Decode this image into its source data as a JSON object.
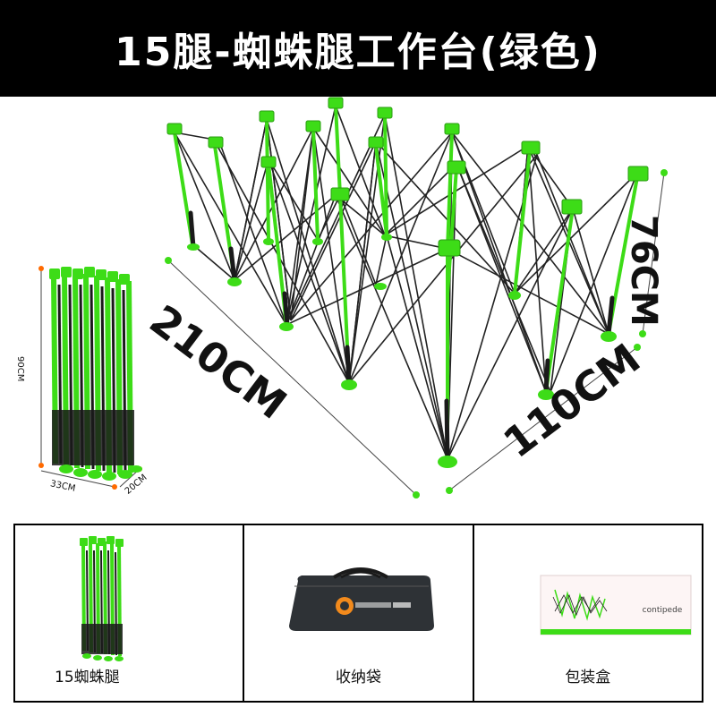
{
  "banner": {
    "title": "15腿-蜘蛛腿工作台(绿色)"
  },
  "dimensions": {
    "length": "210CM",
    "width": "110CM",
    "height": "76CM",
    "folded_height": "90CM",
    "folded_width": "33CM",
    "folded_depth": "20CM"
  },
  "items": [
    {
      "label": "15蜘蛛腿",
      "icon": "folded-legs-image"
    },
    {
      "label": "收纳袋",
      "icon": "storage-bag-image"
    },
    {
      "label": "包装盒",
      "icon": "package-box-image"
    }
  ],
  "box": {
    "brand_text": "contipede"
  },
  "colors": {
    "accent": "#3ddc17",
    "frame": "#222222",
    "banner": "#000000"
  }
}
